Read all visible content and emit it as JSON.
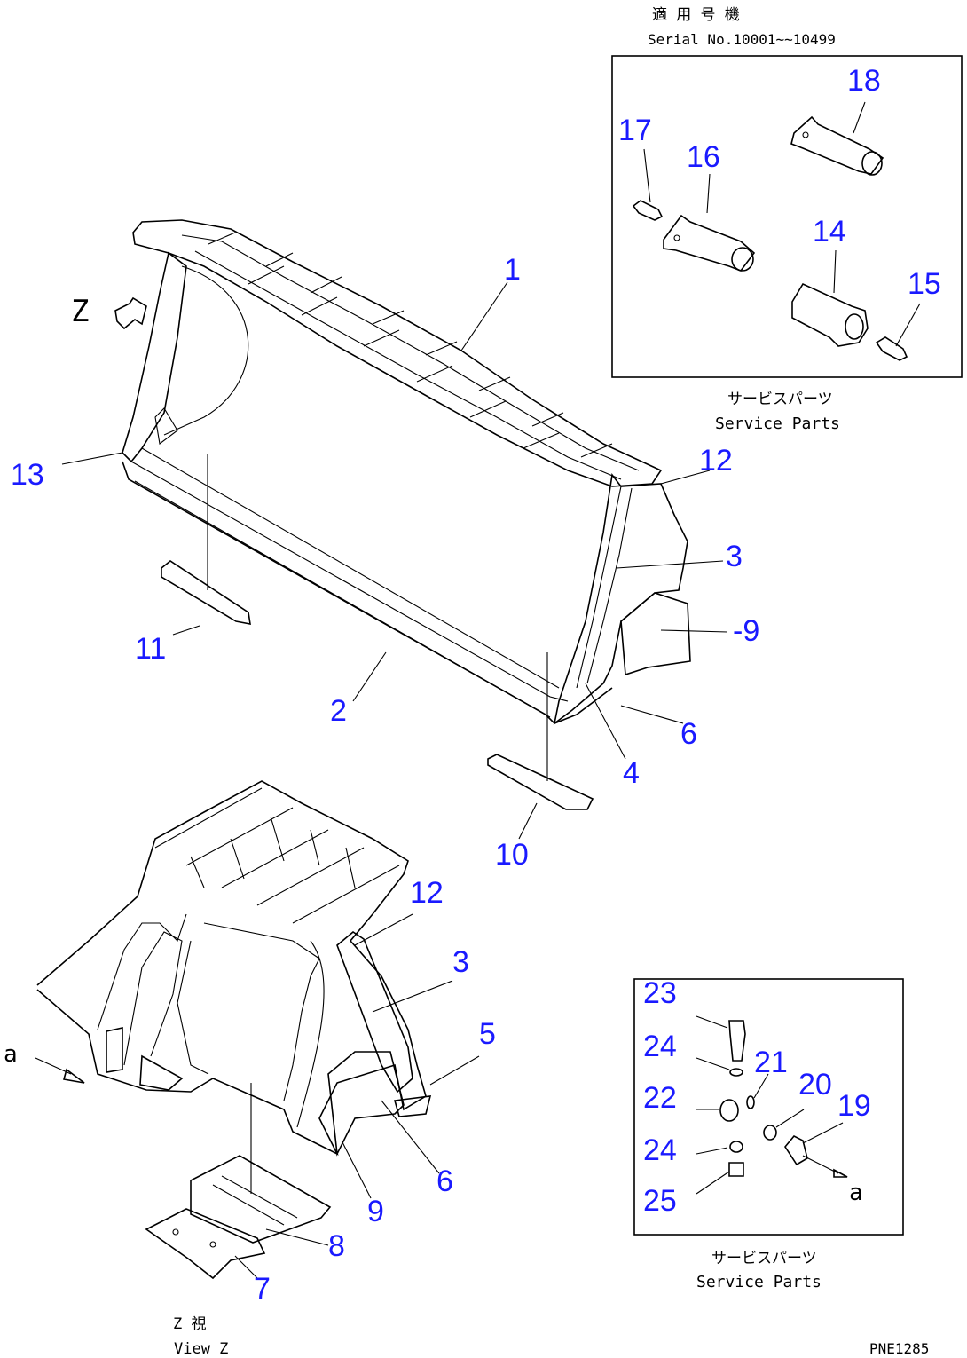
{
  "header": {
    "applicable_serial_jp": "適 用 号 機",
    "serial_line": "Serial No.10001~~10499"
  },
  "service_parts_top": {
    "label_jp": "サービスパーツ",
    "label_en": "Service Parts"
  },
  "service_parts_bottom": {
    "label_jp": "サービスパーツ",
    "label_en": "Service Parts"
  },
  "view_z": {
    "arrow_letter": "Z",
    "label_jp": "Z 視",
    "label_en": "View Z"
  },
  "view_a": {
    "letter_left": "a",
    "letter_right": "a"
  },
  "drawing_code": "PNE1285",
  "callouts": [
    "1",
    "2",
    "3",
    "4",
    "5",
    "6",
    "7",
    "8",
    "9",
    "10",
    "11",
    "12",
    "13",
    "14",
    "15",
    "16",
    "17",
    "18",
    "19",
    "20",
    "21",
    "22",
    "23",
    "24",
    "25"
  ],
  "callout_labels": {
    "c1": "1",
    "c2": "2",
    "c3a": "3",
    "c4": "4",
    "c6a": "6",
    "c9a": "-9",
    "c10": "10",
    "c11": "11",
    "c12a": "12",
    "c13": "13",
    "c14": "14",
    "c15": "15",
    "c16": "16",
    "c17": "17",
    "c18": "18",
    "c12b": "12",
    "c3b": "3",
    "c5": "5",
    "c6b": "6",
    "c9b": "9",
    "c8": "8",
    "c7": "7",
    "c23": "23",
    "c24a": "24",
    "c21": "21",
    "c20": "20",
    "c19": "19",
    "c22": "22",
    "c24b": "24",
    "c25": "25"
  }
}
